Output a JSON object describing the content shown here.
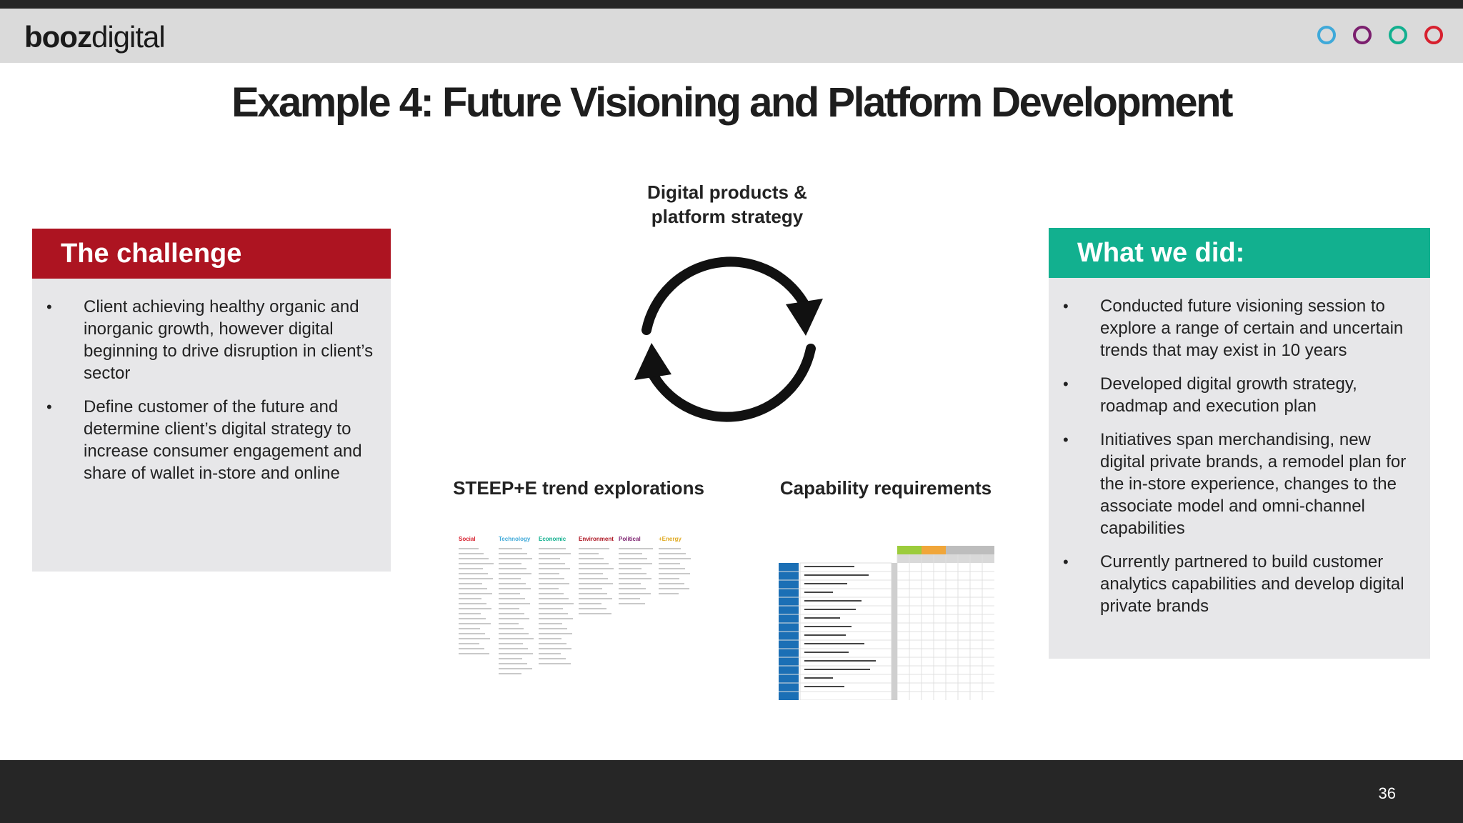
{
  "header": {
    "logo_bold": "booz",
    "logo_light": "digital",
    "circles": [
      "#3fa9d9",
      "#7b1f6e",
      "#12b08f",
      "#d7202e"
    ]
  },
  "title": "Example 4: Future Visioning and Platform Development",
  "challenge": {
    "heading": "The challenge",
    "color": "#ad1421",
    "bullets": [
      "Client achieving healthy organic and inorganic growth, however digital beginning to drive disruption in client’s sector",
      "Define customer of the future and determine client’s digital strategy to increase consumer engagement and share of wallet in-store and online"
    ]
  },
  "center": {
    "top_label": "Digital products & platform strategy",
    "left_label": "STEEP+E trend explorations",
    "right_label": "Capability requirements",
    "steep_columns": [
      "Social",
      "Technology",
      "Economic",
      "Environment",
      "Political",
      "+Energy"
    ],
    "steep_colors": [
      "#d7202e",
      "#3fa9d9",
      "#12b08f",
      "#ad1421",
      "#7b1f6e",
      "#e0a91f"
    ]
  },
  "whatwedid": {
    "heading": "What we did:",
    "color": "#12b08f",
    "bullets": [
      "Conducted future visioning session to explore a range of certain and uncertain trends that may exist in 10 years",
      "Developed digital growth strategy, roadmap and execution plan",
      "Initiatives span merchandising, new digital private brands, a remodel plan for the in-store experience, changes to the associate model and omni-channel capabilities",
      "Currently partnered to build customer analytics capabilities and develop digital private brands"
    ]
  },
  "page_number": "36"
}
